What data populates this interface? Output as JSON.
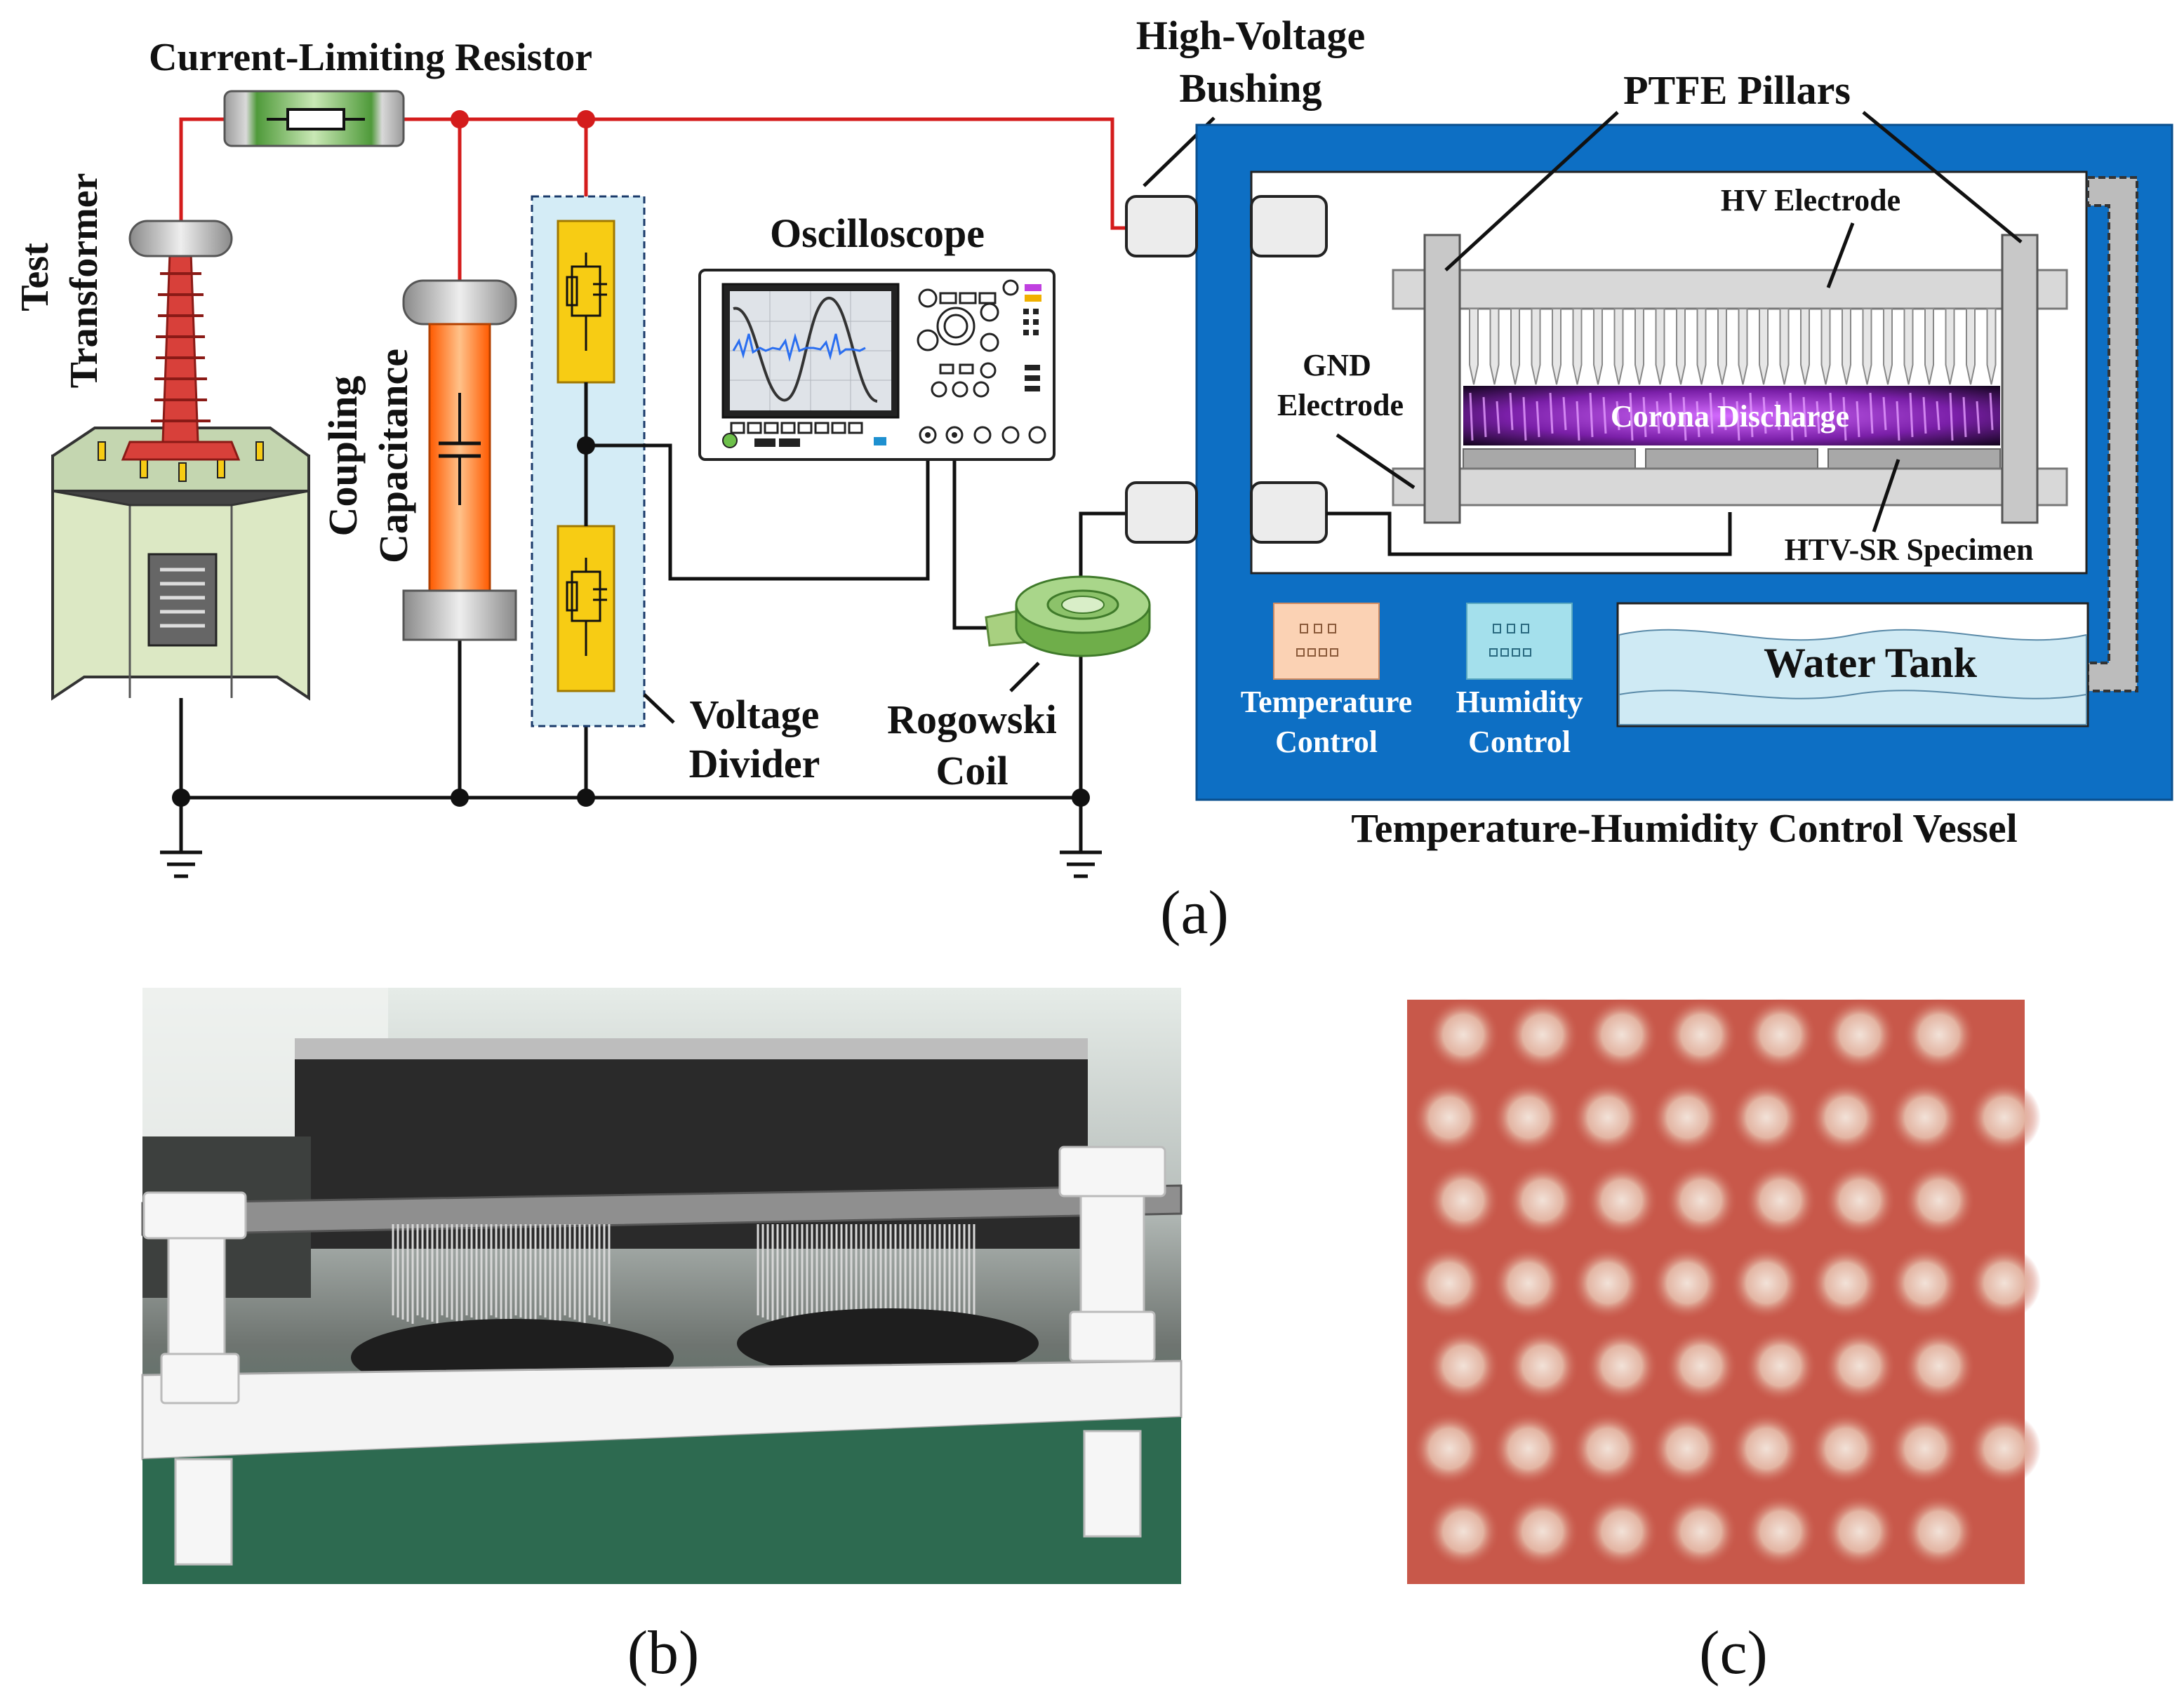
{
  "labels": {
    "resistor": "Current-Limiting Resistor",
    "transformer_1": "Test",
    "transformer_2": "Transformer",
    "capacitance_1": "Coupling",
    "capacitance_2": "Capacitance",
    "oscilloscope": "Oscilloscope",
    "divider_1": "Voltage",
    "divider_2": "Divider",
    "rogowski_1": "Rogowski",
    "rogowski_2": "Coil",
    "bushing_1": "High-Voltage",
    "bushing_2": "Bushing",
    "ptfe": "PTFE Pillars",
    "hv_electrode": "HV Electrode",
    "gnd_1": "GND",
    "gnd_2": "Electrode",
    "corona": "Corona Discharge",
    "specimen": "HTV-SR Specimen",
    "temp_1": "Temperature",
    "temp_2": "Control",
    "humid_1": "Humidity",
    "humid_2": "Control",
    "water": "Water Tank",
    "vessel": "Temperature-Humidity Control Vessel"
  },
  "captions": {
    "a": "(a)",
    "b": "(b)",
    "c": "(c)"
  },
  "colors": {
    "hv_wire": "#d41c1c",
    "vessel_blue": "#0d6fc4",
    "transformer_body": "#dce8c4",
    "bushing_red": "#d8403a",
    "capacitor_orange": "#ff7a1a",
    "divider_yellow": "#f7cc14",
    "divider_panel": "#d4ecf6",
    "corona_purple": "#b23be0",
    "specimen_red": "#c8584a"
  },
  "icons": {
    "resistor": "resistor-icon",
    "ground": "ground-icon",
    "oscilloscope": "oscilloscope-icon",
    "rogowski": "rogowski-coil-icon"
  }
}
